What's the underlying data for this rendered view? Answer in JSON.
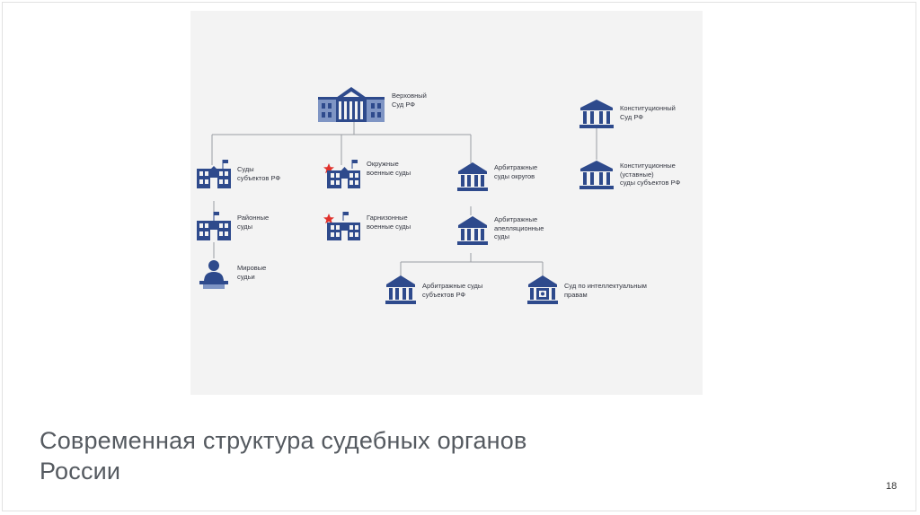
{
  "slide": {
    "title_line1": "Современная структура судебных органов",
    "title_line2": "России",
    "page_number": "18"
  },
  "diagram": {
    "supreme_court": [
      "Верховный",
      "Суд РФ"
    ],
    "subject_courts": [
      "Суды",
      "субъектов РФ"
    ],
    "district_courts": [
      "Районные",
      "суды"
    ],
    "magistrates": [
      "Мировые",
      "судьи"
    ],
    "district_military": [
      "Окружные",
      "военные суды"
    ],
    "garrison_military": [
      "Гарнизонные",
      "военные суды"
    ],
    "arbitration_districts": [
      "Арбитражные",
      "суды округов"
    ],
    "arbitration_appeal": [
      "Арбитражные",
      "апелляционные",
      "суды"
    ],
    "arbitration_subjects": [
      "Арбитражные суды",
      "субъектов РФ"
    ],
    "ip_court": [
      "Суд по интеллектуальным",
      "правам"
    ],
    "constitutional_court": [
      "Конституционный",
      "Суд РФ"
    ],
    "constitutional_regional": [
      "Конституционные",
      "(уставные)",
      "суды субъектов РФ"
    ]
  },
  "colors": {
    "icon_blue": "#2e4a8c",
    "icon_light": "#7f95c4",
    "star_red": "#e0302a",
    "line_gray": "#9a9da3"
  }
}
